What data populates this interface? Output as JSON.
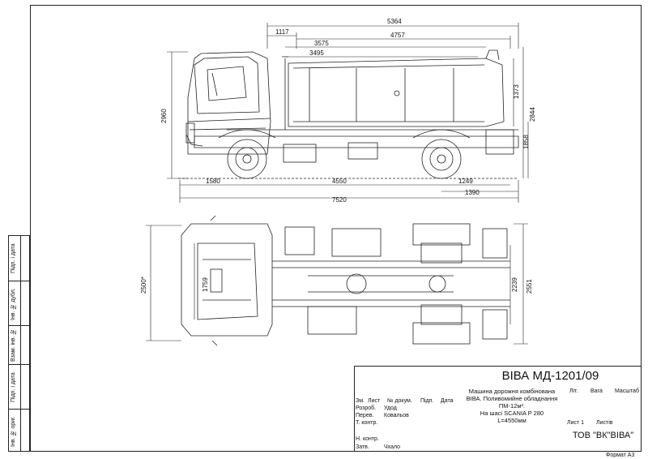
{
  "dimensions_side": {
    "overall_length": "7520",
    "wheelbase": "4550",
    "front_overhang": "1580",
    "rear_overhang_a": "1249",
    "rear_overhang_b": "1390",
    "top_5364": "5364",
    "top_4757": "4757",
    "top_1117": "1117",
    "top_3575": "3575",
    "top_3495": "3495",
    "height_2960": "2960",
    "height_2844": "2844",
    "height_1373": "1373",
    "height_1858": "1858"
  },
  "dimensions_top": {
    "width_2500": "2500*",
    "width_1759": "1759",
    "width_2239": "2239",
    "width_2551": "2551"
  },
  "side_strip": {
    "labels": [
      "Підп. і дата",
      "Інв. № дубл.",
      "Взам. інв. №",
      "Підп. і дата",
      "Інв. № ориг."
    ]
  },
  "title_block": {
    "doc_number": "ВІВА МД-1201/09",
    "description_lines": [
      "Машина дорожня комбінована",
      "ВІВА. Поливомийне обладнання",
      "ПМ-12м³.",
      "На шасі SCANIA P 280",
      "L=4550мм"
    ],
    "col_headers": [
      "Зм.",
      "Лист",
      "№ докум.",
      "Підп.",
      "Дата"
    ],
    "rows": [
      {
        "role": "Розроб.",
        "name": "Удод"
      },
      {
        "role": "Перев.",
        "name": "Ковальов"
      },
      {
        "role": "Т. контр.",
        "name": ""
      },
      {
        "role": "",
        "name": ""
      },
      {
        "role": "Н. контр.",
        "name": ""
      },
      {
        "role": "Затв.",
        "name": "Чхало"
      }
    ],
    "lit_label": "Літ.",
    "mass_label": "Вага",
    "scale_label": "Масштаб",
    "sheet_label": "Лист 1",
    "sheets_label": "Листів",
    "company": "ТОВ \"ВК\"ВІВА\"",
    "format": "Формат А3"
  }
}
